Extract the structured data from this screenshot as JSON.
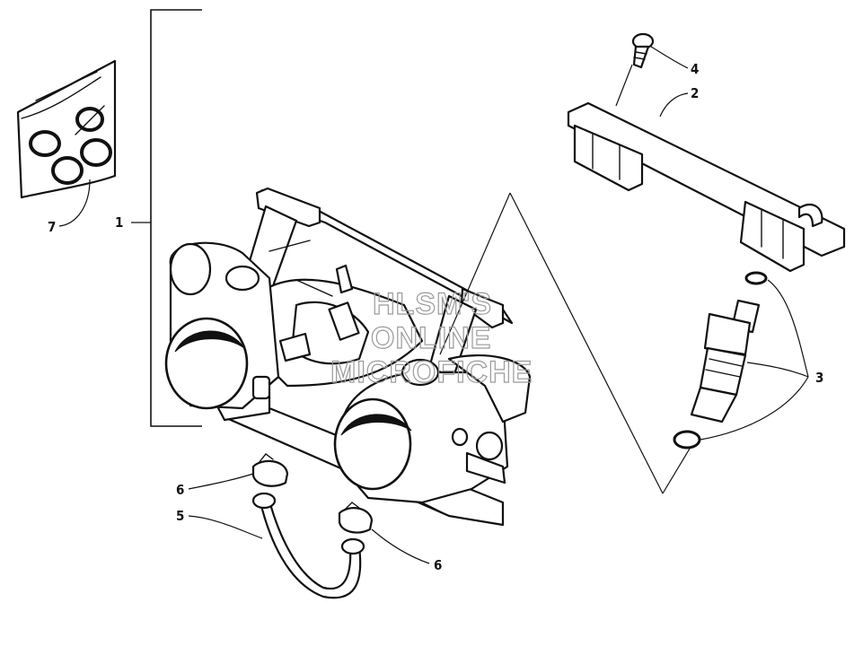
{
  "callouts": [
    {
      "id": "c1",
      "text": "1"
    },
    {
      "id": "c2",
      "text": "2"
    },
    {
      "id": "c3",
      "text": "3"
    },
    {
      "id": "c4",
      "text": "4"
    },
    {
      "id": "c5",
      "text": "5"
    },
    {
      "id": "c6a",
      "text": "6"
    },
    {
      "id": "c6b",
      "text": "6"
    },
    {
      "id": "c7",
      "text": "7"
    }
  ],
  "watermark": {
    "line1": "HLSM'S",
    "line2": "ONLINE",
    "line3": "MICROFICHE"
  }
}
